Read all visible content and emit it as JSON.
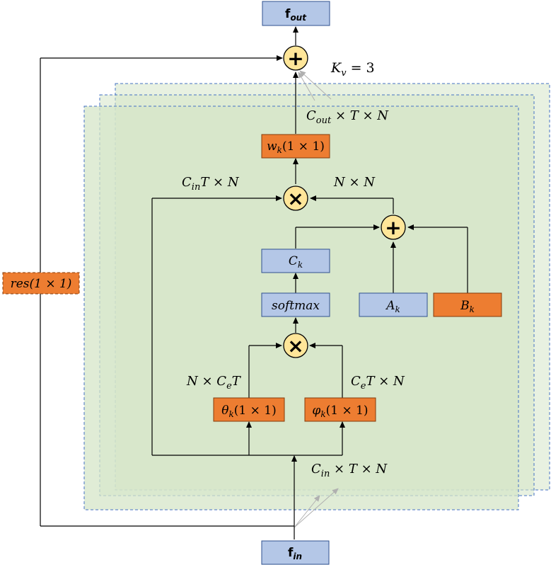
{
  "colors": {
    "blue_box": "#b4c7e7",
    "orange_box": "#ed7d31",
    "yellow_op": "#ffe699",
    "green_panel": "#d5e6c8",
    "panel_border": "#4472c4"
  },
  "nodes": {
    "f_out": {
      "main": "f",
      "sub": "out"
    },
    "f_in": {
      "main": "f",
      "sub": "in"
    },
    "w_k": {
      "main": "w",
      "sub": "k",
      "tail": "(1 × 1)"
    },
    "c_k": {
      "main": "C",
      "sub": "k"
    },
    "softmax": {
      "label": "softmax"
    },
    "a_k": {
      "main": "A",
      "sub": "k"
    },
    "b_k": {
      "main": "B",
      "sub": "k"
    },
    "theta_k": {
      "main": "θ",
      "sub": "k",
      "tail": "(1 × 1)"
    },
    "phi_k": {
      "main": "φ",
      "sub": "k",
      "tail": "(1 × 1)"
    },
    "res": {
      "label": "res(1 × 1)"
    }
  },
  "operators": {
    "add_symbol": "+",
    "mul_symbol": "×"
  },
  "annotations": {
    "kv": {
      "main": "K",
      "sub": "v",
      "tail": " = 3"
    },
    "cout_t_n": {
      "main": "C",
      "sub": "out",
      "tail": " × T × N"
    },
    "cin_t_n_top": {
      "main": "C",
      "sub": "in",
      "tail": "T × N"
    },
    "n_n": {
      "label": "N × N"
    },
    "n_ce_t": {
      "pre": "N × C",
      "sub": "e",
      "tail": "T"
    },
    "ce_t_n": {
      "main": "C",
      "sub": "e",
      "tail": "T × N"
    },
    "cin_t_n_bottom": {
      "main": "C",
      "sub": "in",
      "tail": " × T × N"
    }
  }
}
